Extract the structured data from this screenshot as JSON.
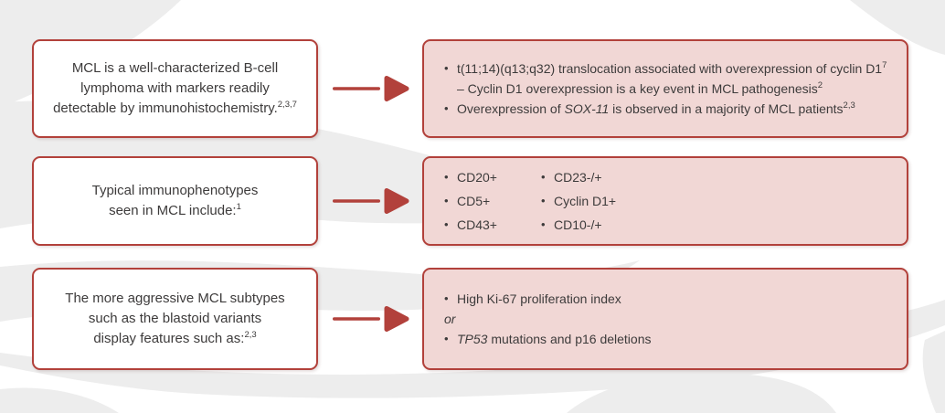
{
  "palette": {
    "page_gray": "#ededed",
    "wave_white": "#ffffff",
    "accent_red": "#b2413b",
    "pink_fill": "#f1d7d5",
    "left_box_fill": "#ffffff",
    "text": "#3d3b3b"
  },
  "glyphs": {
    "bullet": "•"
  },
  "rows": [
    {
      "left": {
        "lines": [
          [
            {
              "t": "MCL is a well-characterized B-cell"
            }
          ],
          [
            {
              "t": "lymphoma with markers readily"
            }
          ],
          [
            {
              "t": "detectable by immunohistochemistry."
            },
            {
              "sup": "2,3,7"
            }
          ]
        ]
      },
      "right": {
        "bullets": [
          [
            {
              "t": "t(11;14)(q13;q32) translocation associated with overexpression of cyclin D1"
            },
            {
              "sup": "7"
            }
          ],
          [
            {
              "t": "Overexpression of "
            },
            {
              "i": "SOX-11"
            },
            {
              "t": " is observed in a majority of MCL patients"
            },
            {
              "sup": "2,3"
            }
          ]
        ],
        "sub_bullet": [
          {
            "t": "– Cyclin D1 overexpression is a key event in MCL pathogenesis"
          },
          {
            "sup": "2"
          }
        ]
      }
    },
    {
      "left": {
        "lines": [
          [
            {
              "t": "Typical immunophenotypes"
            }
          ],
          [
            {
              "t": "seen in MCL include:"
            },
            {
              "sup": "1"
            }
          ]
        ]
      },
      "right": {
        "columns": [
          {
            "items": [
              [
                {
                  "t": "CD20+"
                }
              ],
              [
                {
                  "t": "CD5+"
                }
              ],
              [
                {
                  "t": "CD43+"
                }
              ]
            ]
          },
          {
            "items": [
              [
                {
                  "t": "CD23-/+"
                }
              ],
              [
                {
                  "t": "Cyclin D1+"
                }
              ],
              [
                {
                  "t": "CD10-/+"
                }
              ]
            ]
          }
        ]
      }
    },
    {
      "left": {
        "lines": [
          [
            {
              "t": "The more aggressive MCL subtypes"
            }
          ],
          [
            {
              "t": "such as the blastoid variants"
            }
          ],
          [
            {
              "t": "display features such as:"
            },
            {
              "sup": "2,3"
            }
          ]
        ]
      },
      "right": {
        "bullets": [
          [
            {
              "t": "High Ki-67 proliferation index"
            }
          ],
          [
            {
              "i": "TP53"
            },
            {
              "t": " mutations and p16 deletions"
            }
          ]
        ],
        "connector": [
          {
            "i": "or"
          }
        ]
      }
    }
  ]
}
